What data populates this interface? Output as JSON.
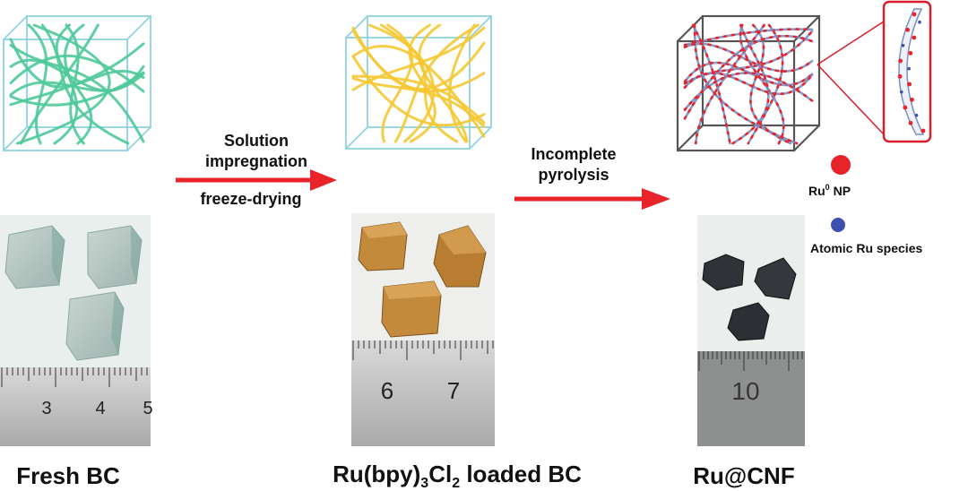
{
  "stages": [
    {
      "label": "Fresh BC",
      "fiber_color": "#4fc99a",
      "box_color": "#8fd3e3",
      "ruler_numbers": [
        "3",
        "4",
        "5"
      ]
    },
    {
      "label_main": "Ru(bpy)",
      "label_sub1": "3",
      "label_mid": "Cl",
      "label_sub2": "2",
      "label_tail": " loaded BC",
      "fiber_color": "#f5c832",
      "box_color": "#8fd3e3",
      "ruler_numbers": [
        "6",
        "7"
      ]
    },
    {
      "label": "Ru@CNF",
      "fiber_color": "#7a8fc4",
      "box_color": "#555555",
      "ruler_numbers": [
        "10"
      ]
    }
  ],
  "steps": [
    {
      "line1": "Solution",
      "line2": "impregnation",
      "line3": "freeze-drying"
    },
    {
      "line1": "Incomplete",
      "line2": "pyrolysis"
    }
  ],
  "legend": {
    "ru_np_main": "Ru",
    "ru_np_sup": "0",
    "ru_np_tail": " NP",
    "atomic": "Atomic Ru species",
    "ru_np_color": "#e8232a",
    "atomic_color": "#3a4fb0"
  },
  "colors": {
    "arrow": "#e8232a",
    "inset_border": "#d81e2a"
  }
}
